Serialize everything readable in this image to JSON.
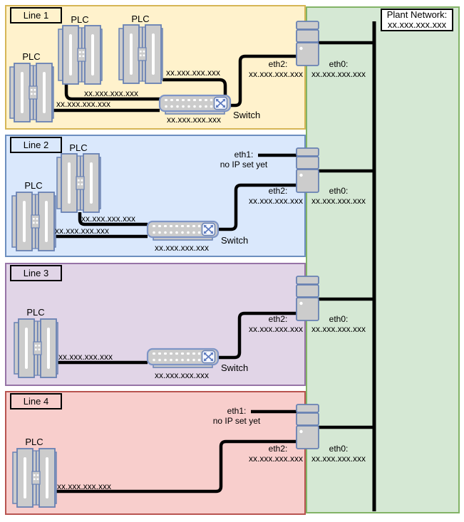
{
  "plant_network": {
    "label": "Plant Network:",
    "ip": "xx.xxx.xxx.xxx",
    "colors": {
      "fill": "#D5E8D4",
      "stroke": "#82B366"
    }
  },
  "device_colors": {
    "fill": "#CCCCCC",
    "stroke": "#6881B3"
  },
  "lines": [
    {
      "label": "Line 1",
      "colors": {
        "fill": "#FFF2CC",
        "stroke": "#D6B656"
      },
      "plcs": [
        {
          "label": "PLC",
          "ip": "xx.xxx.xxx.xxx"
        },
        {
          "label": "PLC",
          "ip": "xx.xxx.xxx.xxx"
        },
        {
          "label": "PLC",
          "ip": "xx.xxx.xxx.xxx"
        }
      ],
      "switch": {
        "label": "Switch",
        "ip": "xx.xxx.xxx.xxx"
      },
      "server": {
        "eth0": {
          "label": "eth0:",
          "ip": "xx.xxx.xxx.xxx"
        },
        "eth2": {
          "label": "eth2:",
          "ip": "xx.xxx.xxx.xxx"
        }
      }
    },
    {
      "label": "Line 2",
      "colors": {
        "fill": "#DAE8FC",
        "stroke": "#6C8EBF"
      },
      "plcs": [
        {
          "label": "PLC",
          "ip": "xx.xxx.xxx.xxx"
        },
        {
          "label": "PLC",
          "ip": "xx.xxx.xxx.xxx"
        }
      ],
      "switch": {
        "label": "Switch",
        "ip": "xx.xxx.xxx.xxx"
      },
      "server": {
        "eth0": {
          "label": "eth0:",
          "ip": "xx.xxx.xxx.xxx"
        },
        "eth1": {
          "label": "eth1:",
          "note": "no IP set yet"
        },
        "eth2": {
          "label": "eth2:",
          "ip": "xx.xxx.xxx.xxx"
        }
      }
    },
    {
      "label": "Line 3",
      "colors": {
        "fill": "#E1D5E7",
        "stroke": "#9673A6"
      },
      "plcs": [
        {
          "label": "PLC",
          "ip": "xx.xxx.xxx.xxx"
        }
      ],
      "switch": {
        "label": "Switch",
        "ip": "xx.xxx.xxx.xxx"
      },
      "server": {
        "eth0": {
          "label": "eth0:",
          "ip": "xx.xxx.xxx.xxx"
        },
        "eth2": {
          "label": "eth2:",
          "ip": "xx.xxx.xxx.xxx"
        }
      }
    },
    {
      "label": "Line 4",
      "colors": {
        "fill": "#F8CECC",
        "stroke": "#B85450"
      },
      "plcs": [
        {
          "label": "PLC",
          "ip": "xx.xxx.xxx.xxx"
        }
      ],
      "server": {
        "eth0": {
          "label": "eth0:",
          "ip": "xx.xxx.xxx.xxx"
        },
        "eth1": {
          "label": "eth1:",
          "note": "no IP set yet"
        },
        "eth2": {
          "label": "eth2:",
          "ip": "xx.xxx.xxx.xxx"
        }
      }
    }
  ]
}
